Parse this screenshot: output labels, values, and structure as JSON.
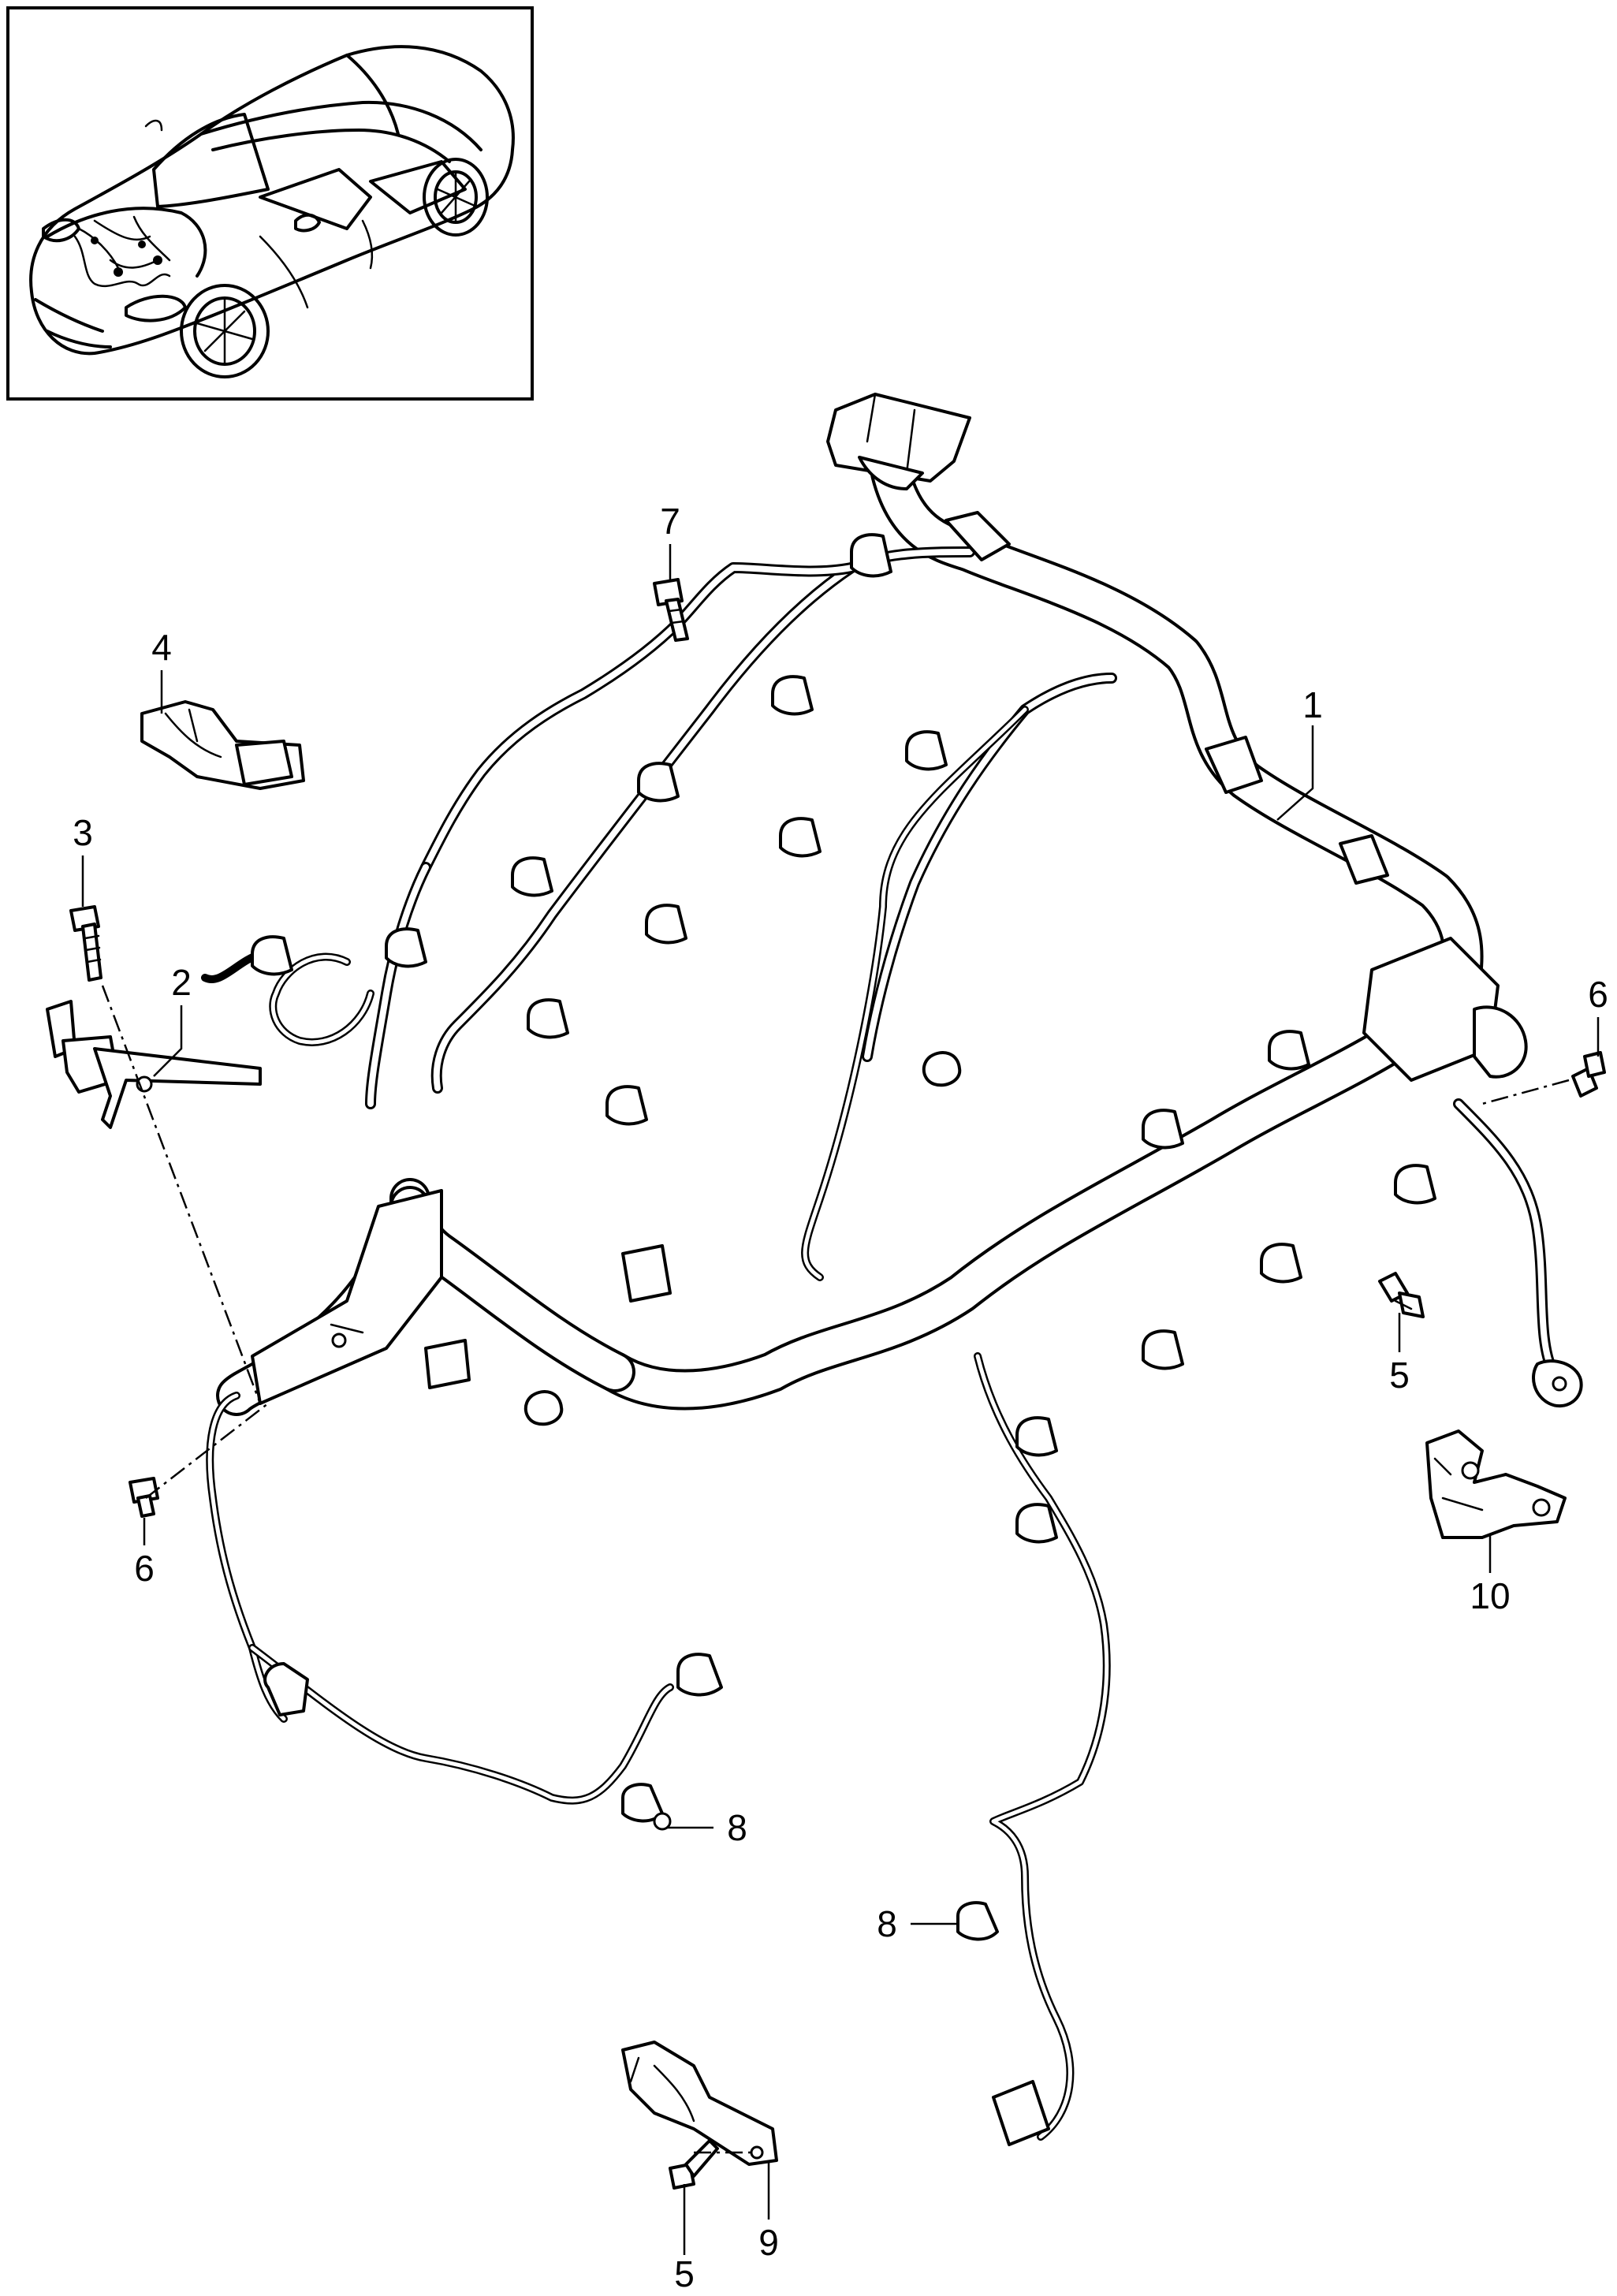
{
  "callouts": [
    {
      "id": "1",
      "label": "1"
    },
    {
      "id": "2",
      "label": "2"
    },
    {
      "id": "3",
      "label": "3"
    },
    {
      "id": "4",
      "label": "4"
    },
    {
      "id": "5a",
      "label": "5"
    },
    {
      "id": "5b",
      "label": "5"
    },
    {
      "id": "6a",
      "label": "6"
    },
    {
      "id": "6b",
      "label": "6"
    },
    {
      "id": "7",
      "label": "7"
    },
    {
      "id": "8a",
      "label": "8"
    },
    {
      "id": "8b",
      "label": "8"
    },
    {
      "id": "9",
      "label": "9"
    },
    {
      "id": "10",
      "label": "10"
    }
  ],
  "colors": {
    "line": "#000000",
    "background": "#ffffff"
  }
}
